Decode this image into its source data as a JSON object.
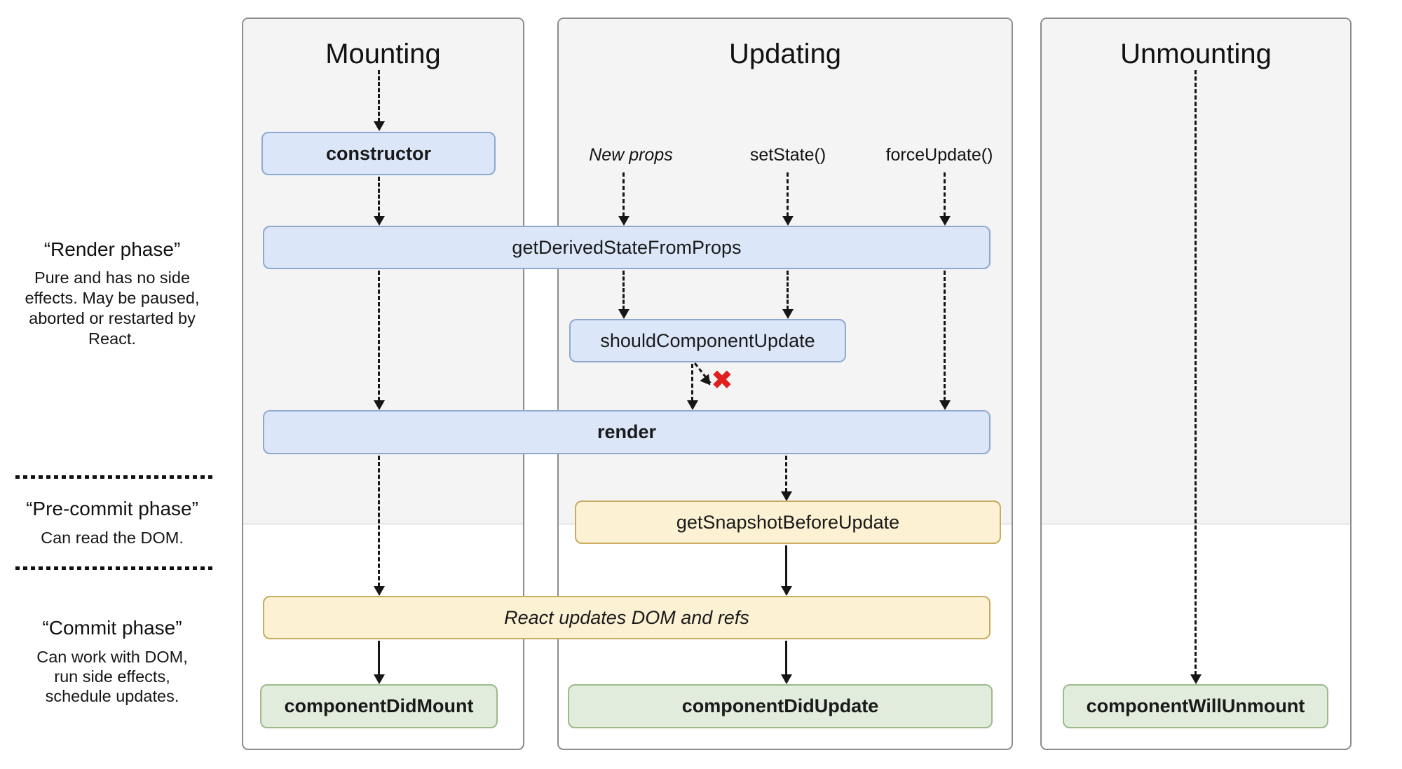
{
  "columns": [
    {
      "title": "Mounting"
    },
    {
      "title": "Updating"
    },
    {
      "title": "Unmounting"
    }
  ],
  "phases": {
    "render": {
      "title": "“Render phase”",
      "description": "Pure and has no side effects. May be paused, aborted or restarted by React."
    },
    "pre_commit": {
      "title": "“Pre-commit phase”",
      "description": "Can read the DOM."
    },
    "commit": {
      "title": "“Commit phase”",
      "description": "Can work with DOM, run side effects, schedule updates."
    }
  },
  "triggers": {
    "new_props": "New props",
    "set_state": "setState()",
    "force_update": "forceUpdate()"
  },
  "methods": {
    "constructor": "constructor",
    "getDerivedStateFromProps": "getDerivedStateFromProps",
    "shouldComponentUpdate": "shouldComponentUpdate",
    "render": "render",
    "getSnapshotBeforeUpdate": "getSnapshotBeforeUpdate",
    "reactUpdatesDom": "React updates DOM and refs",
    "componentDidMount": "componentDidMount",
    "componentDidUpdate": "componentDidUpdate",
    "componentWillUnmount": "componentWillUnmount"
  },
  "icons": {
    "skip_render_x": "✖"
  },
  "colors": {
    "lifecycle_box_fill": "#dbe7f9",
    "lifecycle_box_border": "#8ea9d1",
    "side_effect_box_fill": "#fcf1d3",
    "side_effect_box_border": "#c9ab5f",
    "commit_box_fill": "#e2ecdd",
    "commit_box_border": "#9cbb8b",
    "render_phase_background": "#f4f4f5",
    "column_border": "#8c8c8c",
    "arrow": "#161616",
    "skip_x": "#e01f1f"
  }
}
